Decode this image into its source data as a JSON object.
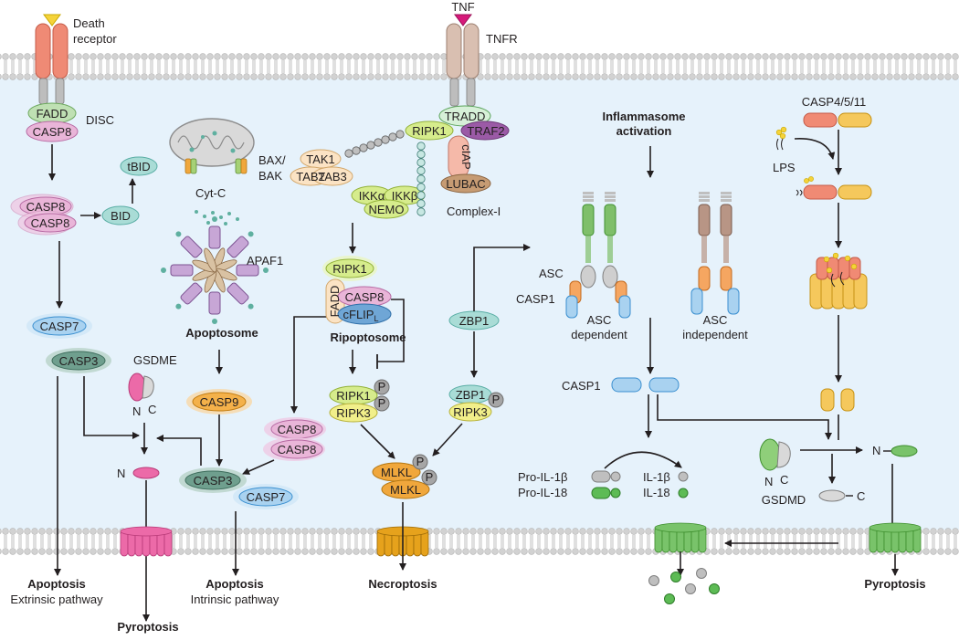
{
  "labels": {
    "death_receptor": [
      "Death",
      "receptor"
    ],
    "disc": "DISC",
    "fadd": "FADD",
    "casp8": "CASP8",
    "bid": "BID",
    "tbid": "tBID",
    "bax_bak": [
      "BAX/",
      "BAK"
    ],
    "cyt_c": "Cyt-C",
    "apaf1": "APAF1",
    "apoptosome": "Apoptosome",
    "casp9": "CASP9",
    "casp7": "CASP7",
    "casp3": "CASP3",
    "gsdme": "GSDME",
    "n": "N",
    "c": "C",
    "tnf": "TNF",
    "tnfr": "TNFR",
    "tradd": "TRADD",
    "ripk1": "RIPK1",
    "traf2": "TRAF2",
    "ciap": "cIAP",
    "lubac": "LUBAC",
    "tak1": "TAK1",
    "tab2": "TAB2",
    "tab3": "TAB3",
    "ikka": "IKKα",
    "ikkb": "IKKβ",
    "nemo": "NEMO",
    "complex_i": "Complex-I",
    "cflip": "cFLIP",
    "cflip_sub": "L",
    "ripoptosome": "Ripoptosome",
    "ripk3": "RIPK3",
    "p": "P",
    "mlkl": "MLKL",
    "zbp1": "ZBP1",
    "inflammasome": [
      "Inflammasome",
      "activation"
    ],
    "asc": "ASC",
    "casp1": "CASP1",
    "asc_dependent": [
      "ASC",
      "dependent"
    ],
    "asc_independent": [
      "ASC",
      "independent"
    ],
    "casp4511": "CASP4/5/11",
    "lps": "LPS",
    "pro_il1b": "Pro-IL-1β",
    "pro_il18": "Pro-IL-18",
    "il1b": "IL-1β",
    "il18": "IL-18",
    "gsdmd": "GSDMD"
  },
  "outcomes": {
    "apoptosis_ext": [
      "Apoptosis",
      "Extrinsic pathway"
    ],
    "pyroptosis_left": "Pyroptosis",
    "apoptosis_int": [
      "Apoptosis",
      "Intrinsic pathway"
    ],
    "necroptosis": "Necroptosis",
    "pyroptosis_right": "Pyroptosis"
  },
  "colors": {
    "cytoplasm": "#e6f2fb",
    "membrane_head": "#cfcfcf",
    "casp8": "#e9b5d8",
    "fadd": "#bfe0b3",
    "bid": "#a9dcd6",
    "casp7": "#a9d2f0",
    "casp3": "#6f9f8e",
    "casp9": "#f4b14a",
    "ripk1": "#d6ec8c",
    "ripk3": "#f1ef8a",
    "traf2": "#9b5aa6",
    "lubac": "#c69b73",
    "ciap": "#f5b9a9",
    "cflip": "#6fa6d6",
    "mlkl": "#f0a73c",
    "zbp1": "#a9dcd6",
    "gsdmd_pore": "#79c36a",
    "gsdme_pore": "#ec6aa8",
    "mlkl_pore": "#e6a21c",
    "arrow": "#231f20"
  }
}
